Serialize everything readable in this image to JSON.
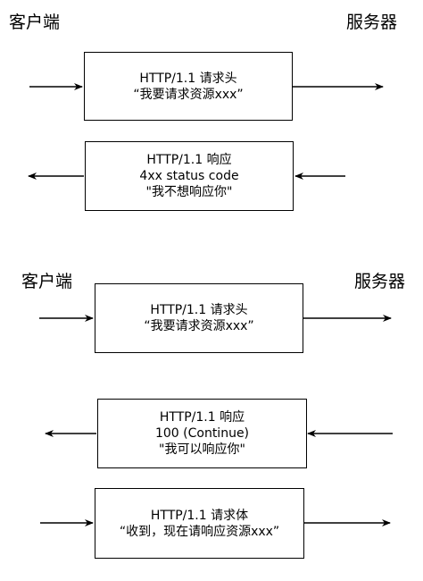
{
  "diagrams": [
    {
      "client_label": "客户端",
      "server_label": "服务器",
      "messages": [
        {
          "lines": [
            "HTTP/1.1 请求头",
            "“我要请求资源xxx”"
          ],
          "direction": "client-to-server"
        },
        {
          "lines": [
            "HTTP/1.1 响应",
            "4xx status code",
            "\"我不想响应你\""
          ],
          "direction": "server-to-client"
        }
      ]
    },
    {
      "client_label": "客户端",
      "server_label": "服务器",
      "messages": [
        {
          "lines": [
            "HTTP/1.1 请求头",
            "“我要请求资源xxx”"
          ],
          "direction": "client-to-server"
        },
        {
          "lines": [
            "HTTP/1.1 响应",
            "100 (Continue)",
            "\"我可以响应你\""
          ],
          "direction": "server-to-client"
        },
        {
          "lines": [
            "HTTP/1.1 请求体",
            "“收到，现在请响应资源xxx”"
          ],
          "direction": "client-to-server"
        }
      ]
    }
  ]
}
